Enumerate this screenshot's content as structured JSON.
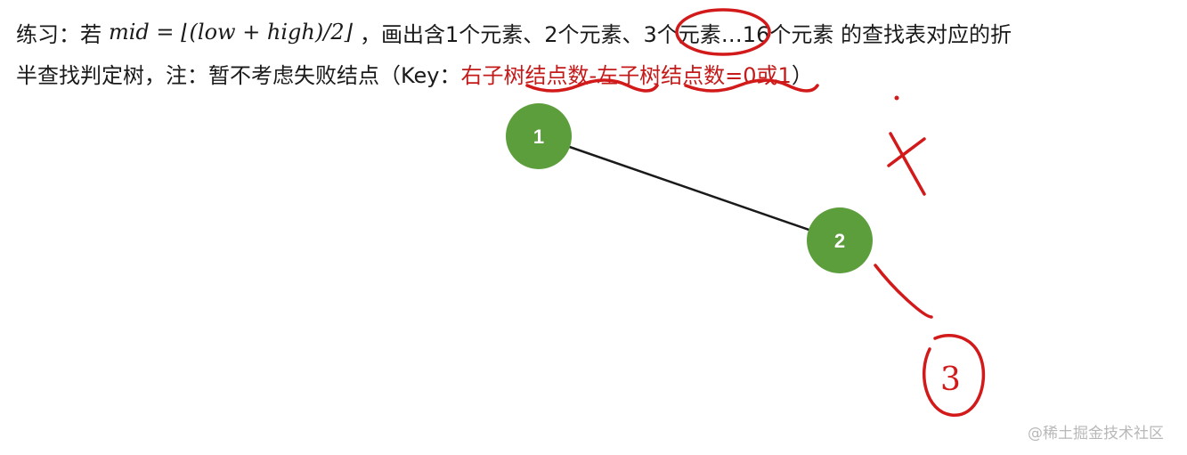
{
  "text": {
    "line1_a": "练习：若",
    "line1_formula": "mid = ⌊(low + high)/2⌋",
    "line1_b": "，画出含1个元素、2个元素、",
    "line1_c": "3个元素",
    "line1_d": "…16个元素 的查找表对应的折",
    "line2_a": "半查找判定树，注：暂不考虑失败结点（Key：",
    "line2_b": "右子树结点数-左子树结点数=0或1",
    "line2_c": "）"
  },
  "tree": {
    "nodes": [
      {
        "id": "n1",
        "label": "1"
      },
      {
        "id": "n2",
        "label": "2"
      }
    ],
    "node_color": "#5c9e3c",
    "edge_color": "#1a1a1a"
  },
  "annotations": {
    "handwritten_node": "3",
    "cross_mark": "X",
    "ink_color": "#d21a1a"
  },
  "watermark": "@稀土掘金技术社区"
}
